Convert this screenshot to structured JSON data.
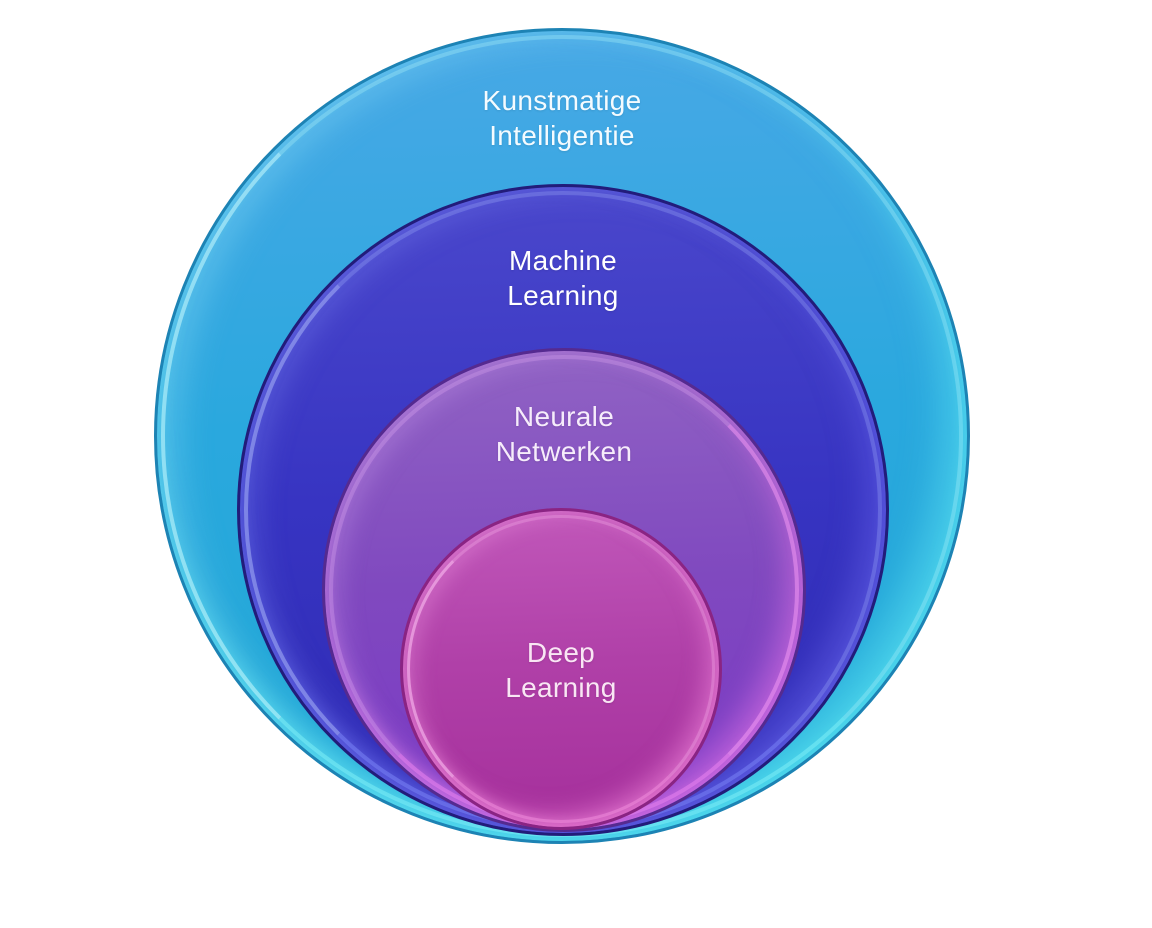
{
  "diagram": {
    "type": "nested-circles",
    "description": "Concentric glossy circles showing subsets of artificial intelligence, all tangent near the bottom",
    "background_color": "#ffffff",
    "label_text_color": "#ffffff",
    "rings": [
      {
        "name": "kunstmatige-intelligentie",
        "label": "Kunstmatige\nIntelligentie",
        "fill_top": "#49a8e6",
        "fill_mid": "#2aa8de",
        "fill_bottom": "#1fa8d4",
        "border_color": "#1d83b4",
        "rim_highlight": "#6ee6f5",
        "text_color": "#f4fbff"
      },
      {
        "name": "machine-learning",
        "label": "Machine\nLearning",
        "fill_top": "#4b48cc",
        "fill_mid": "#3734c2",
        "fill_bottom": "#2e2ab2",
        "border_color": "#221c7a",
        "rim_highlight": "#6e79ec",
        "text_color": "#ffffff"
      },
      {
        "name": "neurale-netwerken",
        "label": "Neurale\nNetwerken",
        "fill_top": "#9164c4",
        "fill_mid": "#8049bf",
        "fill_bottom": "#7a38c6",
        "border_color": "#552a90",
        "rim_highlight": "#e87aea",
        "text_color": "#f6ecfb"
      },
      {
        "name": "deep-learning",
        "label": "Deep\nLearning",
        "fill_top": "#c158ba",
        "fill_mid": "#b040a8",
        "fill_bottom": "#a52f9b",
        "border_color": "#8a2483",
        "rim_highlight": "#ec86d8",
        "text_color": "#f9e6f4"
      }
    ]
  }
}
